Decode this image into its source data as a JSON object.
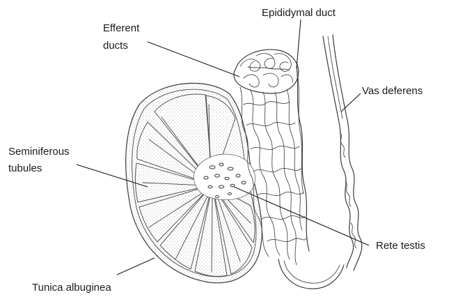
{
  "diagram": {
    "labels": {
      "efferent_line1": "Efferent",
      "efferent_line2": "ducts",
      "epididymal_duct": "Epididymal duct",
      "vas_deferens": "Vas deferens",
      "seminiferous_line1": "Seminiferous",
      "seminiferous_line2": "tubules",
      "rete_testis": "Rete testis",
      "tunica_albuginea": "Tunica albuginea"
    }
  }
}
